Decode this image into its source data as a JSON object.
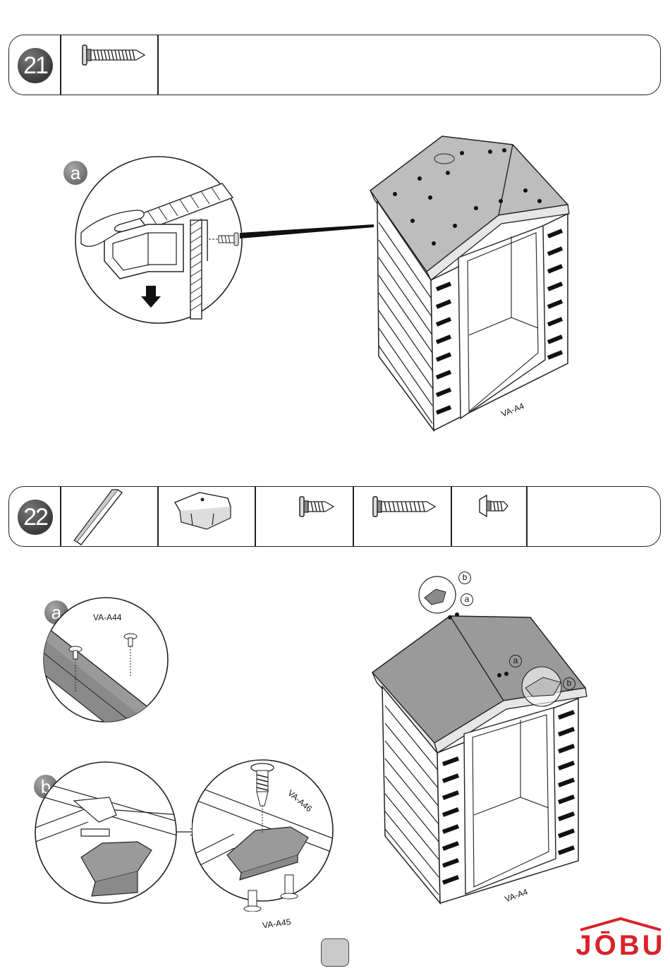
{
  "steps": [
    {
      "number": "21",
      "detail_letter": "a"
    },
    {
      "number": "22",
      "detail_letters": [
        "a",
        "b"
      ]
    }
  ],
  "labels": {
    "step21_shed": "VA-A4",
    "step22_a_screw": "VA-A44",
    "step22_b_top_screw": "VA-A46",
    "step22_b_bottom_screws": "VA-A45",
    "step22_shed": "VA-A4",
    "callout_a": "a",
    "callout_b": "b"
  },
  "brand": {
    "logo_text": "JŌBU",
    "color": "#d8232a"
  },
  "colors": {
    "step_badge": "#4a4a4a",
    "roof_panel": "#bdbdbd",
    "line": "#222222"
  }
}
